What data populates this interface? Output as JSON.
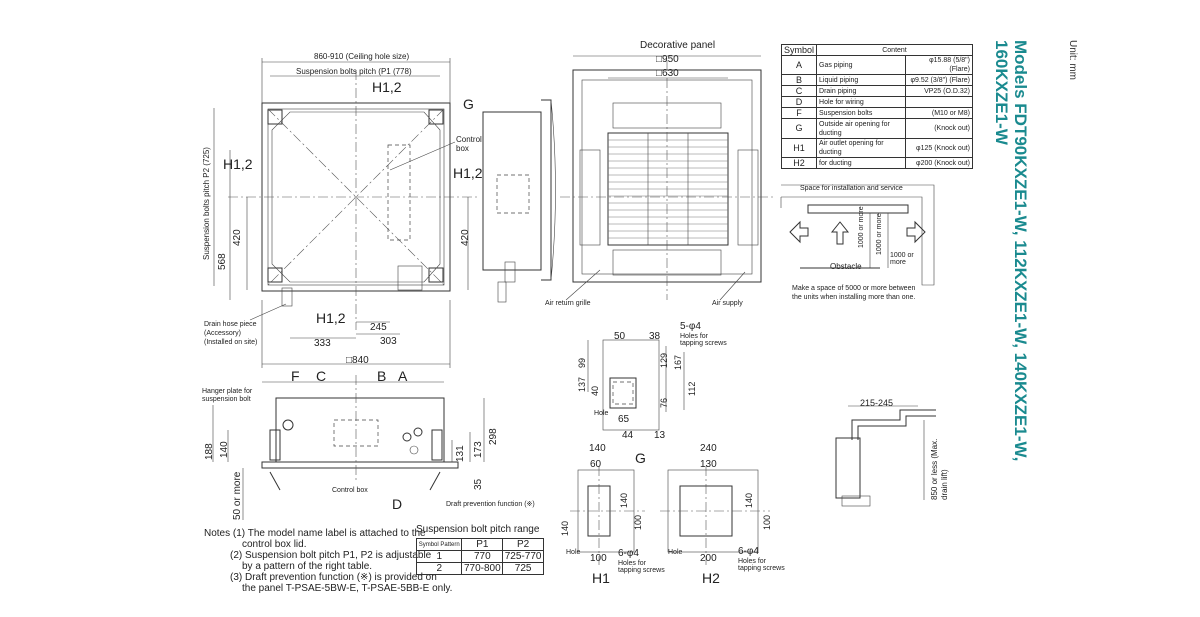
{
  "header": {
    "models_title_line1": "Models FDT90KXZE1-W, 112KXZE1-W, 140KXZE1-W,",
    "models_title_line2": "160KXZE1-W",
    "unit": "Unit: mm"
  },
  "top_view": {
    "ceiling_hole": "860-910 (Ceiling hole size)",
    "pitch_p1": "Suspension bolts pitch (P1 (778)",
    "pitch_p2": "Suspension bolts pitch P2 (725)",
    "h12_top": "H1,2",
    "h12_left": "H1,2",
    "h12_right": "H1,2",
    "h12_bottom": "H1,2",
    "g_label": "G",
    "control_box": "Control box",
    "dim_420_left": "420",
    "dim_420_right": "420",
    "dim_568": "568",
    "dim_245": "245",
    "dim_303": "303",
    "dim_333": "333",
    "dim_840": "□840",
    "drain_hose": "Drain hose piece (Accessory) (Installed on site)"
  },
  "decorative_panel": {
    "title": "Decorative panel",
    "dim_950": "□950",
    "dim_630": "□630",
    "air_return": "Air return grille",
    "air_supply": "Air supply"
  },
  "spec_table": {
    "headers": [
      "Symbol",
      "Content"
    ],
    "rows": [
      {
        "sym": "A",
        "content": "Gas piping",
        "val": "φ15.88 (5/8\") (Flare)"
      },
      {
        "sym": "B",
        "content": "Liquid piping",
        "val": "φ9.52 (3/8\") (Flare)"
      },
      {
        "sym": "C",
        "content": "Drain piping",
        "val": "VP25 (O.D.32)"
      },
      {
        "sym": "D",
        "content": "Hole for wiring",
        "val": ""
      },
      {
        "sym": "F",
        "content": "Suspension bolts",
        "val": "(M10 or M8)"
      },
      {
        "sym": "G",
        "content": "Outside air opening for ducting",
        "val": "(Knock out)"
      },
      {
        "sym": "H1",
        "content": "Air outlet opening for ducting",
        "val": "φ125 (Knock out)"
      },
      {
        "sym": "H2",
        "content": "for ducting",
        "val": "φ200 (Knock out)"
      }
    ]
  },
  "service_space": {
    "title": "Space for installation and service",
    "dim_1000a": "1000 or more",
    "dim_1000b": "1000 or more",
    "dim_1000c": "1000 or more",
    "obstacle": "Obstacle",
    "note": "Make a space of 5000 or more between the units when installing more than one."
  },
  "front_view": {
    "hanger": "Hanger plate for suspension bolt",
    "f": "F",
    "c": "C",
    "b": "B",
    "a": "A",
    "d": "D",
    "dim_188": "188",
    "dim_140": "140",
    "dim_298": "298",
    "dim_173": "173",
    "dim_131": "131",
    "dim_35": "35",
    "fifty_more": "50 or more",
    "control_box": "Control box",
    "draft": "Draft prevention function (※)"
  },
  "detail_g": {
    "label": "G",
    "d50": "50",
    "d38": "38",
    "holes": "5-φ4",
    "holes_note": "Holes for tapping screws",
    "d99": "99",
    "d137": "137",
    "d40": "40",
    "d129": "129",
    "d167": "167",
    "d112": "112",
    "d76": "76",
    "d65": "65",
    "d44": "44",
    "d13": "13",
    "hole": "Hole"
  },
  "detail_h1": {
    "label": "H1",
    "d140": "140",
    "d60": "60",
    "d100": "100",
    "holes": "6-φ4",
    "holes_note": "Holes for tapping screws",
    "hole": "Hole"
  },
  "detail_h2": {
    "label": "H2",
    "d240": "240",
    "d130": "130",
    "d200": "200",
    "d140": "140",
    "d100": "100",
    "holes": "6-φ4",
    "holes_note": "Holes for tapping screws",
    "hole": "Hole"
  },
  "drain_lift": {
    "d215": "215-245",
    "lift": "850 or less (Max. drain lift)"
  },
  "notes": {
    "l1": "Notes (1) The model name label is attached to the",
    "l2": "control box lid.",
    "l3": "(2) Suspension bolt pitch P1, P2 is adjustable",
    "l4": "by a pattern of the right table.",
    "l5": "(3) Draft prevention function (※) is provided on",
    "l6": "the panel T-PSAE-5BW-E, T-PSAE-5BB-E only."
  },
  "pitch_table": {
    "title": "Suspension bolt pitch range",
    "h_sym": "Symbol Pattern",
    "h_p1": "P1",
    "h_p2": "P2",
    "rows": [
      {
        "pattern": "1",
        "p1": "770",
        "p2": "725-770"
      },
      {
        "pattern": "2",
        "p1": "770-800",
        "p2": "725"
      }
    ]
  }
}
